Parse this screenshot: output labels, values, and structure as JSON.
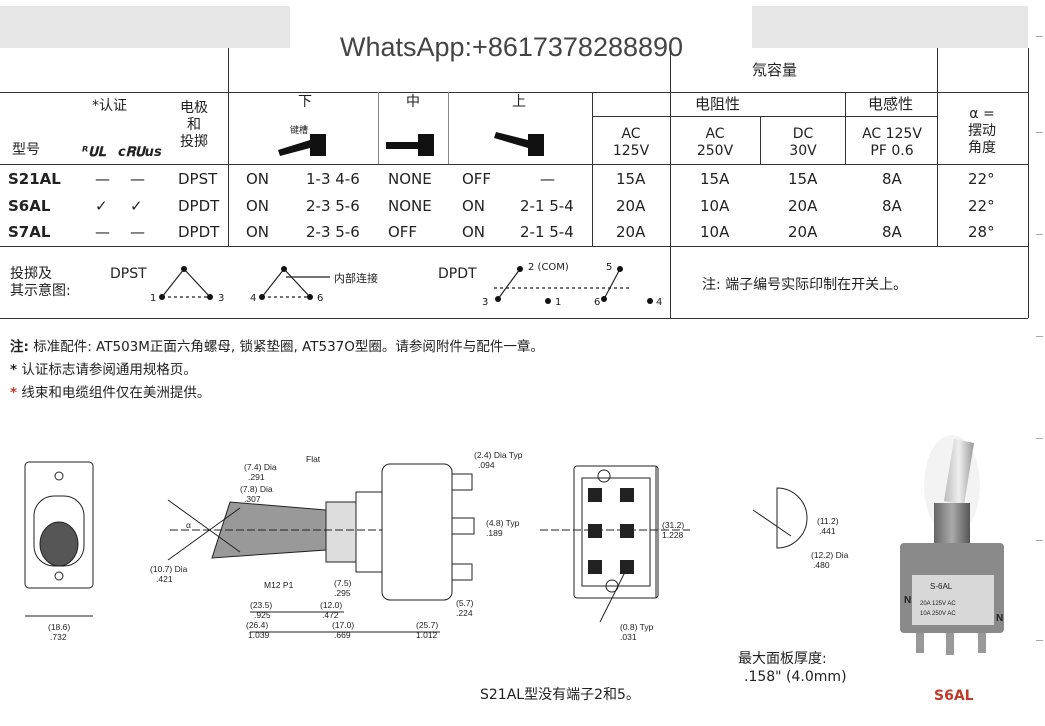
{
  "watermark": "WhatsApp:+8617378288890",
  "header": {
    "rating_partial": "氖容量",
    "cert": "*认证",
    "pole_throw": [
      "电极",
      "和",
      "投掷"
    ],
    "model": "型号",
    "down": "下",
    "middle": "中",
    "up": "上",
    "keyway": "键槽",
    "resistive": "电阻性",
    "inductive": "电感性",
    "ac125": [
      "AC",
      "125V"
    ],
    "ac250": [
      "AC",
      "250V"
    ],
    "dc30": [
      "DC",
      "30V"
    ],
    "ind_ac125": [
      "AC 125V",
      "PF 0.6"
    ],
    "alpha": [
      "α =",
      "摆动",
      "角度"
    ]
  },
  "rows": [
    {
      "model": "S21AL",
      "ul": "—",
      "cul": "—",
      "pt": "DPST",
      "down_state": "ON",
      "down_term": "1-3  4-6",
      "mid": "NONE",
      "up_state": "OFF",
      "up_term": "—",
      "ac125": "15A",
      "ac250": "15A",
      "dc30": "15A",
      "ind": "8A",
      "angle": "22°"
    },
    {
      "model": "S6AL",
      "ul": "✓",
      "cul": "✓",
      "pt": "DPDT",
      "down_state": "ON",
      "down_term": "2-3  5-6",
      "mid": "NONE",
      "up_state": "ON",
      "up_term": "2-1  5-4",
      "ac125": "20A",
      "ac250": "10A",
      "dc30": "20A",
      "ind": "8A",
      "angle": "22°"
    },
    {
      "model": "S7AL",
      "ul": "—",
      "cul": "—",
      "pt": "DPDT",
      "down_state": "ON",
      "down_term": "2-3  5-6",
      "mid": "OFF",
      "up_state": "ON",
      "up_term": "2-1  5-4",
      "ac125": "20A",
      "ac250": "10A",
      "dc30": "20A",
      "ind": "8A",
      "angle": "28°"
    }
  ],
  "schematic": {
    "label": [
      "投掷及",
      "其示意图:"
    ],
    "dpst": "DPST",
    "dpdt": "DPDT",
    "internal": "内部连接",
    "com": "2 (COM)",
    "n5": "5",
    "n1": "1",
    "n3": "3",
    "n4": "4",
    "n6": "6",
    "note": "注: 端子编号实际印制在开关上。"
  },
  "notes": {
    "n1_lead": "注:",
    "n1": "标准配件: AT503M正面六角螺母, 锁紧垫圈, AT537O型圈。请参阅附件与配件一章。",
    "n2": "认证标志请参阅通用规格页。",
    "n3": "线束和电缆组件仅在美洲提供。"
  },
  "dims": {
    "d18": [
      "(18.6)",
      ".732"
    ],
    "d74": [
      "(7.4) Dia",
      ".291"
    ],
    "d78": [
      "(7.8) Dia",
      ".307"
    ],
    "flat": "Flat",
    "d24": [
      "(2.4) Dia Typ",
      ".094"
    ],
    "d48": [
      "(4.8) Typ",
      ".189"
    ],
    "d107": [
      "(10.7) Dia",
      ".421"
    ],
    "m12": "M12 P1",
    "d75": [
      "(7.5)",
      ".295"
    ],
    "d235": [
      "(23.5)",
      ".925"
    ],
    "d120": [
      "(12.0)",
      ".472"
    ],
    "d264": [
      "(26.4)",
      "1.039"
    ],
    "d170": [
      "(17.0)",
      ".669"
    ],
    "d257": [
      "(25.7)",
      "1.012"
    ],
    "d57": [
      "(5.7)",
      ".224"
    ],
    "d312": [
      "(31.2)",
      "1.228"
    ],
    "d08": [
      "(0.8) Typ",
      ".031"
    ],
    "d112": [
      "(11.2)",
      ".441"
    ],
    "d122": [
      "(12.2) Dia",
      ".480"
    ],
    "alpha": "α"
  },
  "panel": [
    "最大面板厚度:",
    ".158\" (4.0mm)"
  ],
  "footnote": "S21AL型没有端子2和5。",
  "photo": {
    "caption": "S6AL",
    "lbl1": "S-6AL",
    "lbl2": "20A 125V AC",
    "lbl3": "10A 250V AC",
    "n": "N"
  },
  "colors": {
    "accent_red": "#c0392b"
  }
}
